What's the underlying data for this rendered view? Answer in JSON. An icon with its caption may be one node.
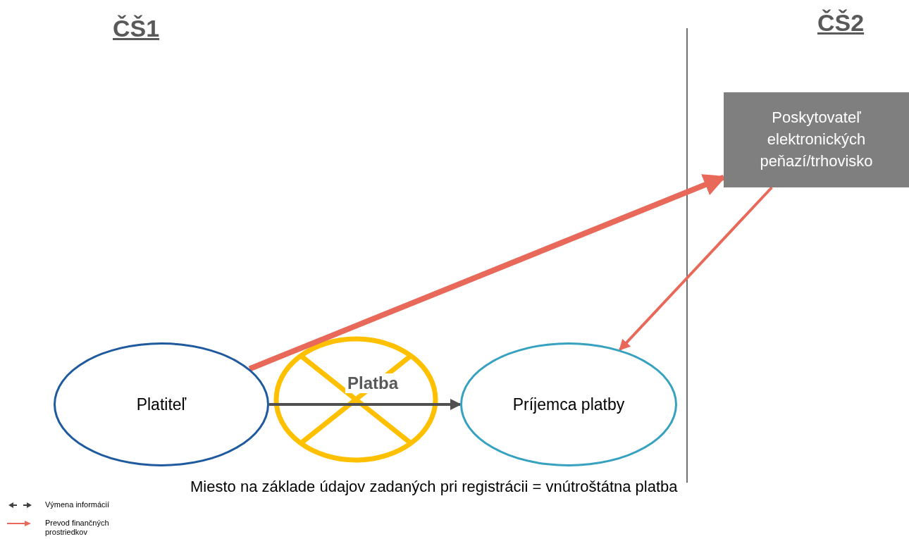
{
  "diagram": {
    "nodes": [
      {
        "text": [
          "Platiteľ"
        ]
      },
      {
        "text": [
          "Príjemca platby"
        ]
      },
      {
        "text": [
          "Poskytovateľ elektronických peňazí/trhovisko"
        ]
      }
    ],
    "edges": [
      {
        "from": 0,
        "to": 1,
        "arrow": "to",
        "label": "Platba",
        "color": "#505050"
      },
      {
        "from": 0,
        "to": 2,
        "arrow": "to",
        "style": "thick"
      },
      {
        "from": 2,
        "to": 1,
        "arrow": "to"
      }
    ],
    "labels": [
      "ČŠ1",
      "ČŠ2",
      "Miesto na základe údajov zadaných pri registrácii = vnútroštátna platba"
    ],
    "legend": [
      {
        "text": "Výmena informácií"
      },
      {
        "text": "Prevod finančných prostriedkov"
      }
    ]
  }
}
